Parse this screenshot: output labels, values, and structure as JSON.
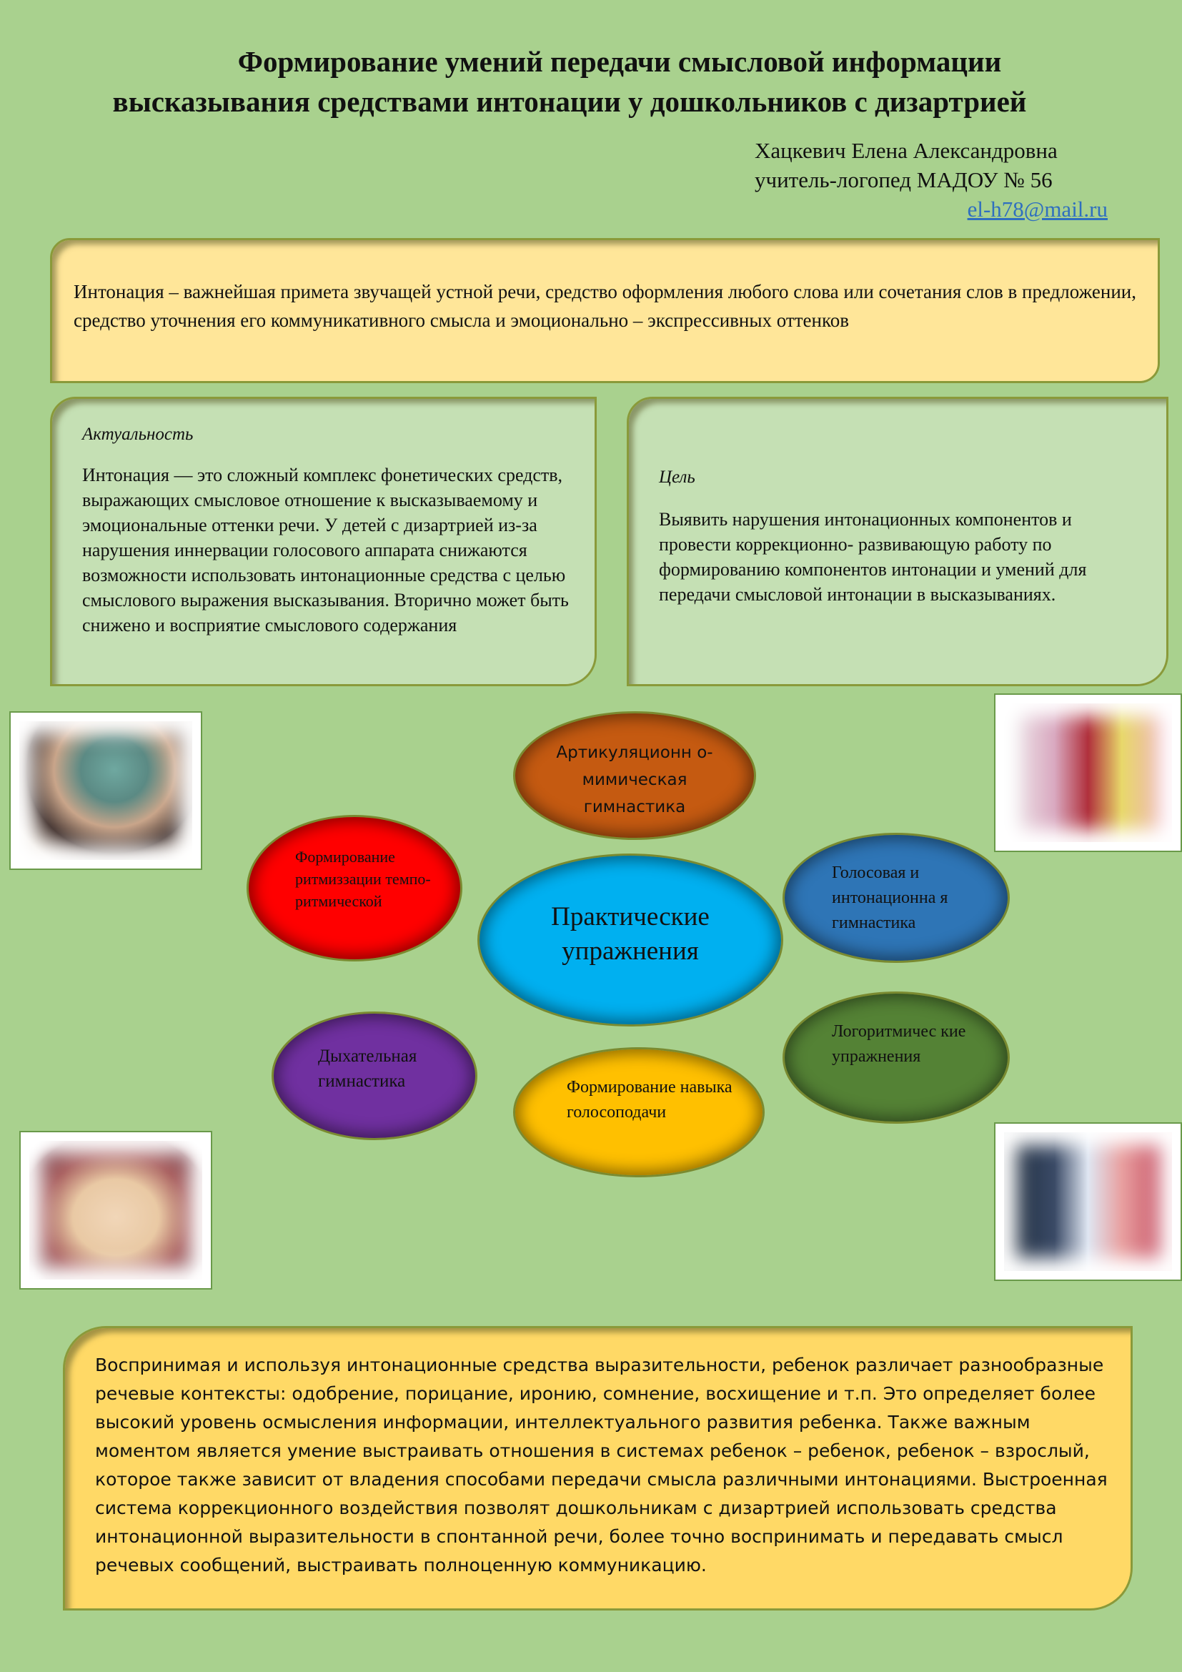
{
  "title": {
    "line1": "Формирование умений передачи смысловой информации",
    "line2": "высказывания средствами интонации у дошкольников с дизартрией"
  },
  "author": {
    "name": "Хацкевич Елена Александровна",
    "position": "учитель-логопед МАДОУ № 56",
    "email": "el-h78@mail.ru"
  },
  "intro": "Интонация – важнейшая примета звучащей устной речи, средство оформления любого слова или сочетания слов в предложении, средство уточнения его коммуникативного смысла и эмоционально – экспрессивных оттенков",
  "relevance": {
    "heading": "Актуальность",
    "text": "Интонация — это сложный комплекс фонетических средств, выражающих смысловое отношение к высказываемому и эмоциональные оттенки речи. У детей с дизартрией из-за нарушения иннервации голосового аппарата снижаются возможности использовать интонационные средства с целью смыслового выражения высказывания. Вторично может быть снижено и восприятие смыслового содержания"
  },
  "goal": {
    "heading": "Цель",
    "text": "Выявить нарушения интонационных компонентов и провести коррекционно- развивающую работу по формированию компонентов интонации и умений для передачи смысловой интонации в высказываниях."
  },
  "diagram": {
    "center": "Практические упражнения",
    "articulation": "Артикуляционн о-мимическая гимнастика",
    "rhythm": "Формирование ритмиззации темпо- ритмической",
    "voice": "Голосовая и интонационна я гимнастика",
    "breathing": "Дыхательная гимнастика",
    "voice_production": "Формирование навыка голосоподачи",
    "logorhythmic": "Логоритмичес кие упражнения",
    "colors": {
      "center": "#00b0f0",
      "articulation": "#c55a11",
      "rhythm": "#ff0000",
      "voice": "#2e75b6",
      "breathing": "#7030a0",
      "voice_production": "#ffc000",
      "logorhythmic": "#548235"
    }
  },
  "photos": [
    "photo-teacher-with-child",
    "photo-children-playing",
    "photo-girl-face",
    "photo-children-exercising"
  ],
  "conclusion": "Воспринимая и используя интонационные средства выразительности, ребенок различает разнообразные речевые контексты: одобрение, порицание, иронию, сомнение, восхищение и т.п. Это определяет более высокий уровень осмысления информации, интеллектуального развития ребенка. Также важным моментом является умение выстраивать отношения в системах ребенок – ребенок, ребенок – взрослый, которое также зависит от владения способами передачи смысла различными интонациями. Выстроенная система коррекционного воздействия позволят дошкольникам с дизартрией использовать средства интонационной выразительности в спонтанной речи, более точно воспринимать и передавать смысл речевых сообщений, выстраивать полноценную коммуникацию."
}
